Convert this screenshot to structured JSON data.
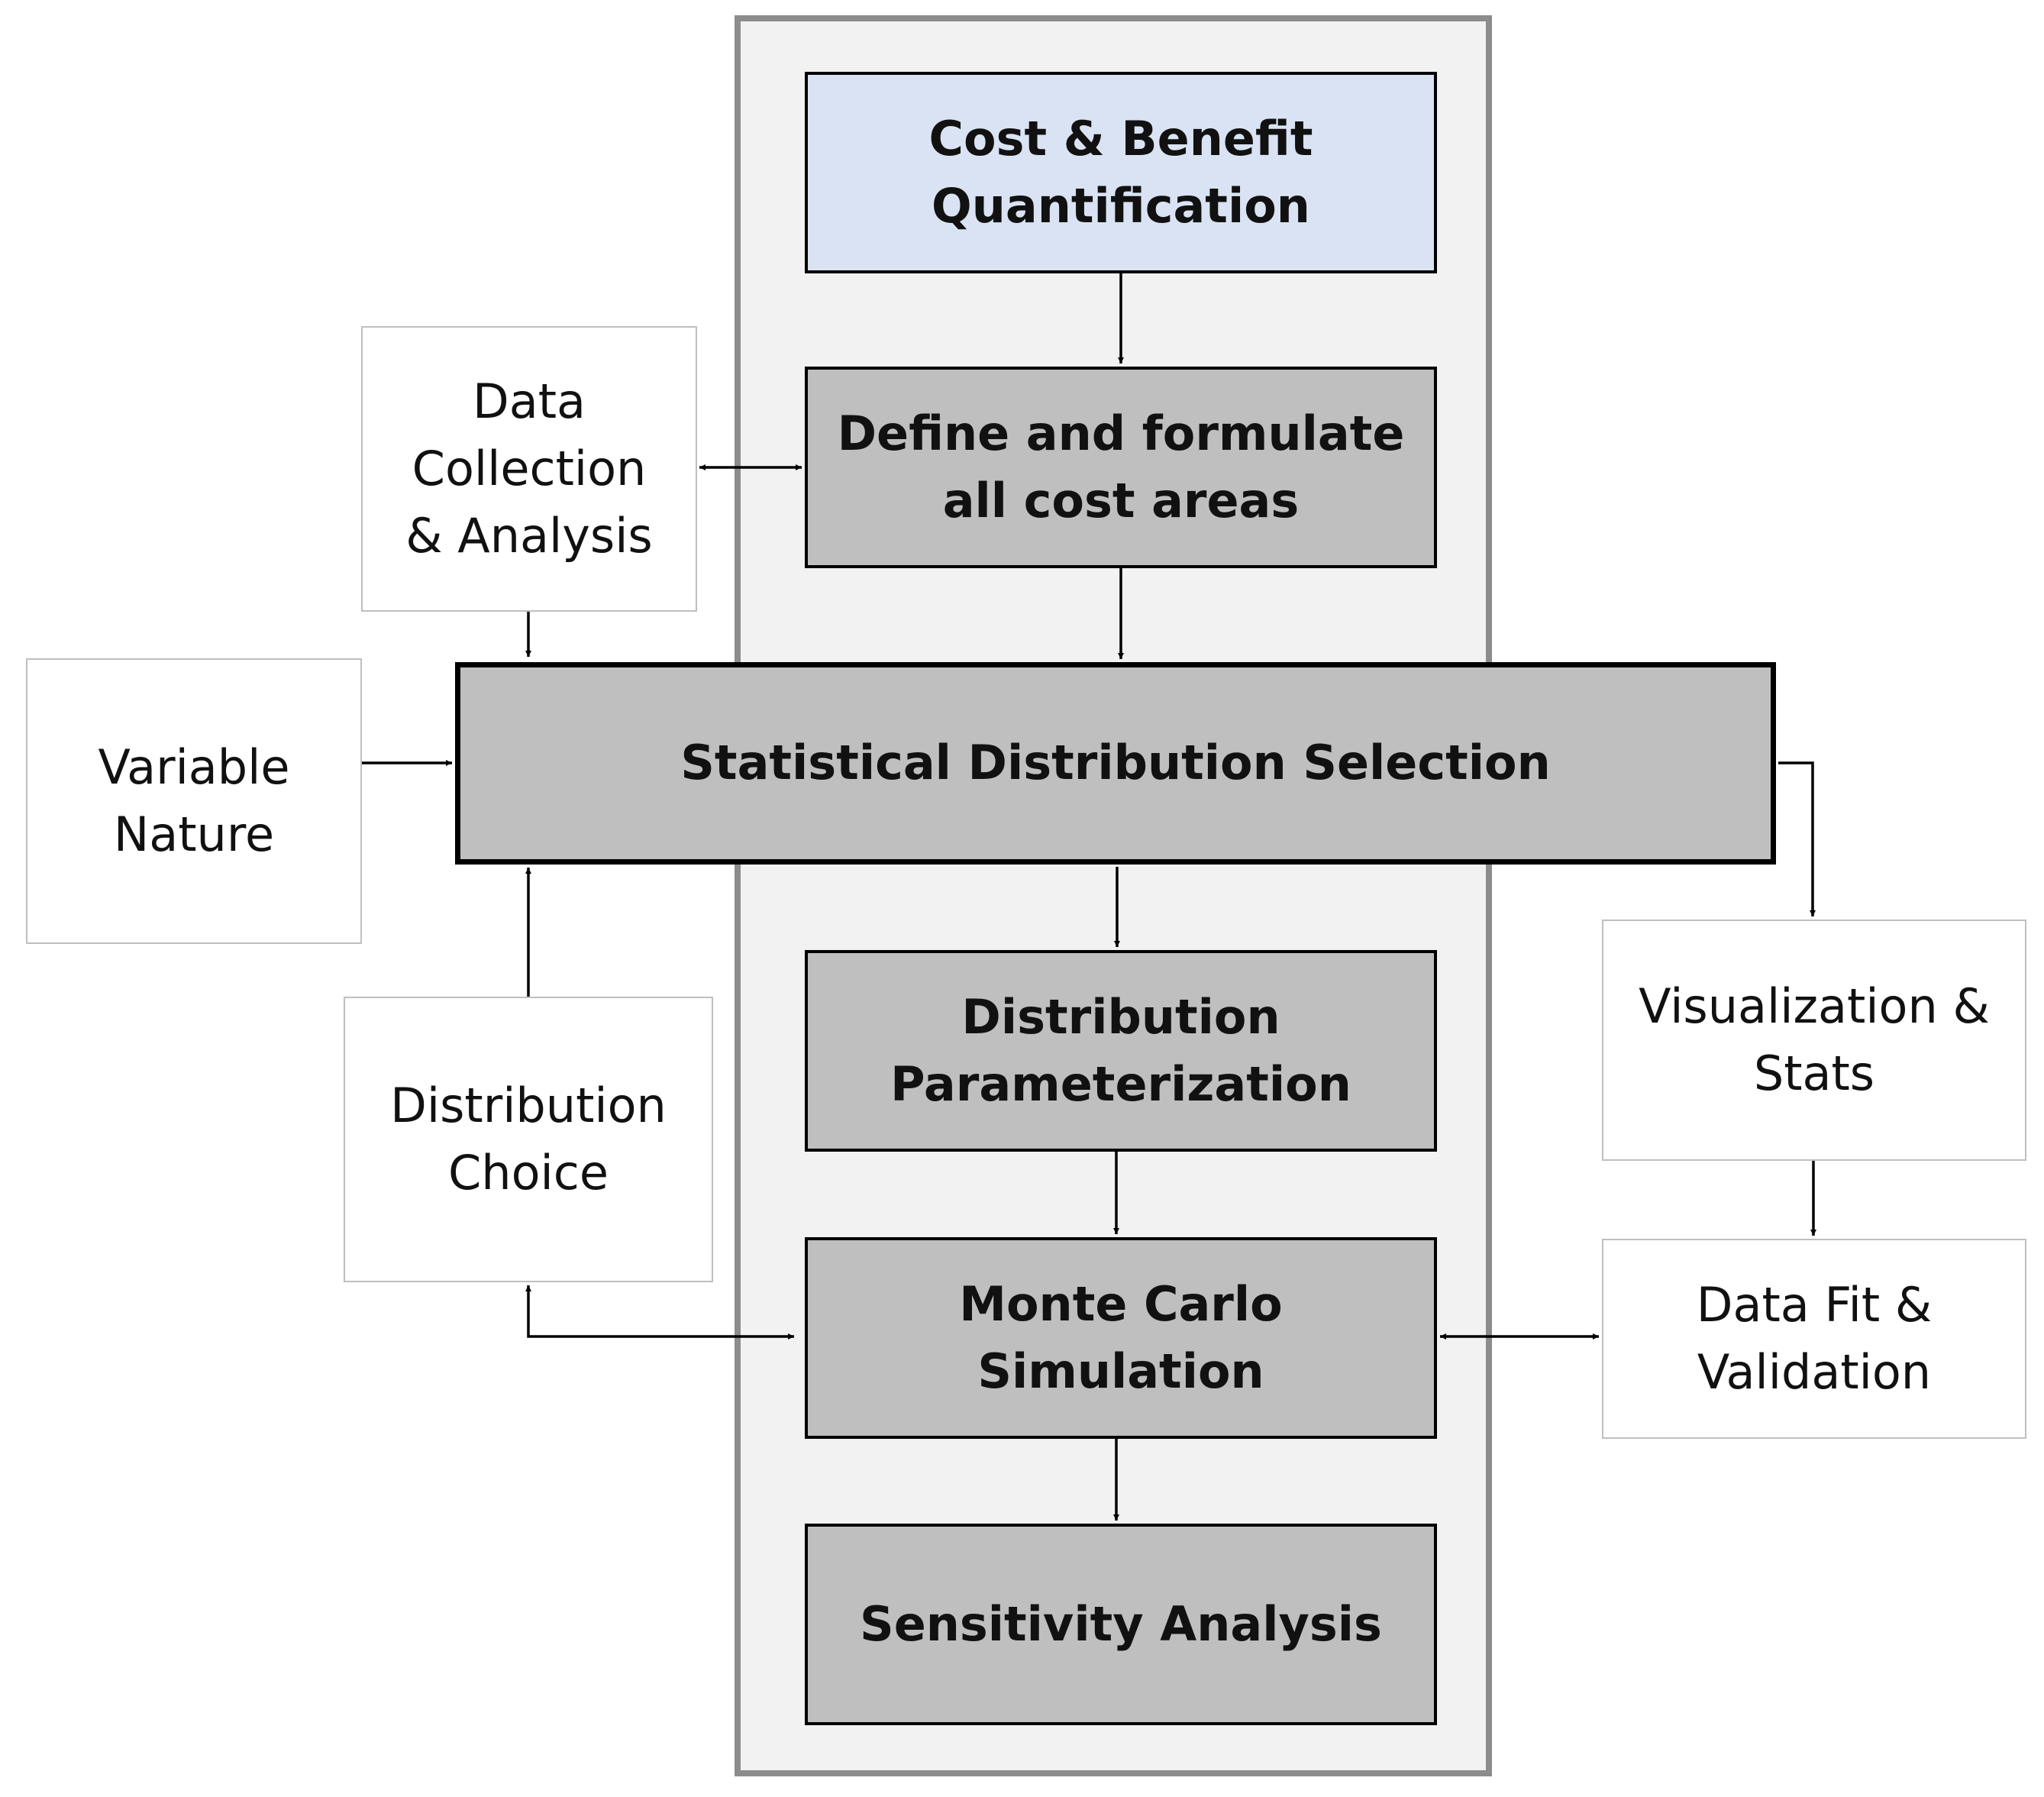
{
  "diagram": {
    "core_steps": [
      {
        "id": "cost_benefit",
        "label": "Cost & Benefit\nQuantification"
      },
      {
        "id": "define",
        "label": "Define and formulate\nall cost areas"
      },
      {
        "id": "selection",
        "label": "Statistical Distribution Selection"
      },
      {
        "id": "parameterization",
        "label": "Distribution\nParameterization"
      },
      {
        "id": "monte_carlo",
        "label": "Monte Carlo\nSimulation"
      },
      {
        "id": "sensitivity",
        "label": "Sensitivity Analysis"
      }
    ],
    "side_inputs": [
      {
        "id": "data_collection",
        "label": "Data\nCollection\n& Analysis"
      },
      {
        "id": "variable_nature",
        "label": "Variable\nNature"
      },
      {
        "id": "distribution_choice",
        "label": "Distribution\nChoice"
      },
      {
        "id": "visualization",
        "label": "Visualization &\nStats"
      },
      {
        "id": "data_fit",
        "label": "Data Fit &\nValidation"
      }
    ],
    "colors": {
      "core_fill": "#bfbfbf",
      "top_fill": "#dae3f3",
      "panel_fill": "#f2f2f2",
      "panel_border": "#8c8c8c",
      "side_border": "#bfbfbf",
      "arrow": "#000000"
    },
    "connections": [
      {
        "from": "cost_benefit",
        "to": "define",
        "type": "one-way"
      },
      {
        "from": "data_collection",
        "to": "define",
        "type": "two-way"
      },
      {
        "from": "define",
        "to": "selection",
        "type": "one-way"
      },
      {
        "from": "data_collection",
        "to": "selection",
        "type": "one-way"
      },
      {
        "from": "variable_nature",
        "to": "selection",
        "type": "one-way"
      },
      {
        "from": "distribution_choice",
        "to": "selection",
        "type": "one-way"
      },
      {
        "from": "selection",
        "to": "parameterization",
        "type": "one-way"
      },
      {
        "from": "selection",
        "to": "visualization",
        "type": "one-way"
      },
      {
        "from": "parameterization",
        "to": "monte_carlo",
        "type": "one-way"
      },
      {
        "from": "visualization",
        "to": "data_fit",
        "type": "one-way"
      },
      {
        "from": "monte_carlo",
        "to": "distribution_choice",
        "type": "two-way"
      },
      {
        "from": "monte_carlo",
        "to": "data_fit",
        "type": "two-way"
      },
      {
        "from": "monte_carlo",
        "to": "sensitivity",
        "type": "one-way"
      }
    ]
  }
}
